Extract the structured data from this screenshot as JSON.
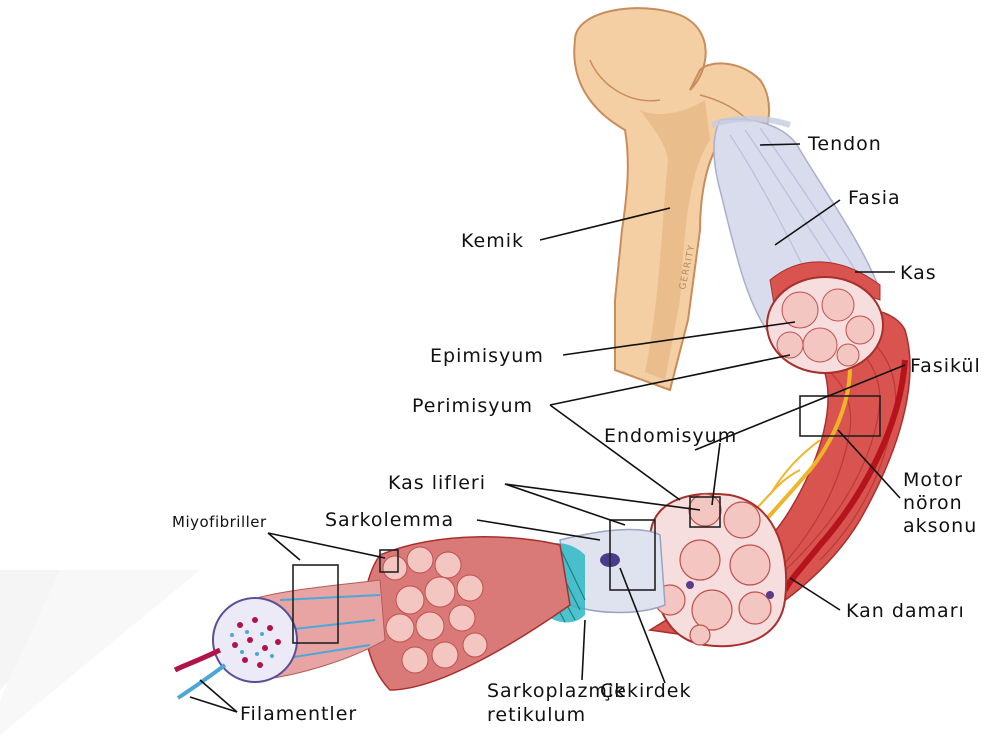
{
  "labels": {
    "tendon": "Tendon",
    "fasia": "Fasia",
    "kemik": "Kemik",
    "kas": "Kas",
    "epimisyum": "Epimisyum",
    "fasikul": "Fasikül",
    "perimisyum": "Perimisyum",
    "endomisyum": "Endomisyum",
    "kas_lifleri": "Kas lifleri",
    "motor": "Motor",
    "noron": "nöron",
    "aksonu": "aksonu",
    "miyofibriller": "Miyofibriller",
    "sarkolemma": "Sarkolemma",
    "kan_damari": "Kan damarı",
    "sarkoplazmik": "Sarkoplazmik",
    "retikulum": "retikulum",
    "cekirdek": "Çekirdek",
    "filamentler": "Filamentler",
    "bone_signature": "GERRITY"
  },
  "colors": {
    "bone": "#f3cfa3",
    "bone_shade": "#d9a878",
    "muscle": "#d9534f",
    "muscle_dark": "#a8302c",
    "fascia": "#d8dcec",
    "nerve": "#f0b429",
    "vessel": "#b5141c",
    "fiber_cross": "#f4c6c2",
    "reticulum": "#2fb8c4",
    "filament_red": "#b0124a",
    "filament_blue": "#4aa8d8"
  }
}
